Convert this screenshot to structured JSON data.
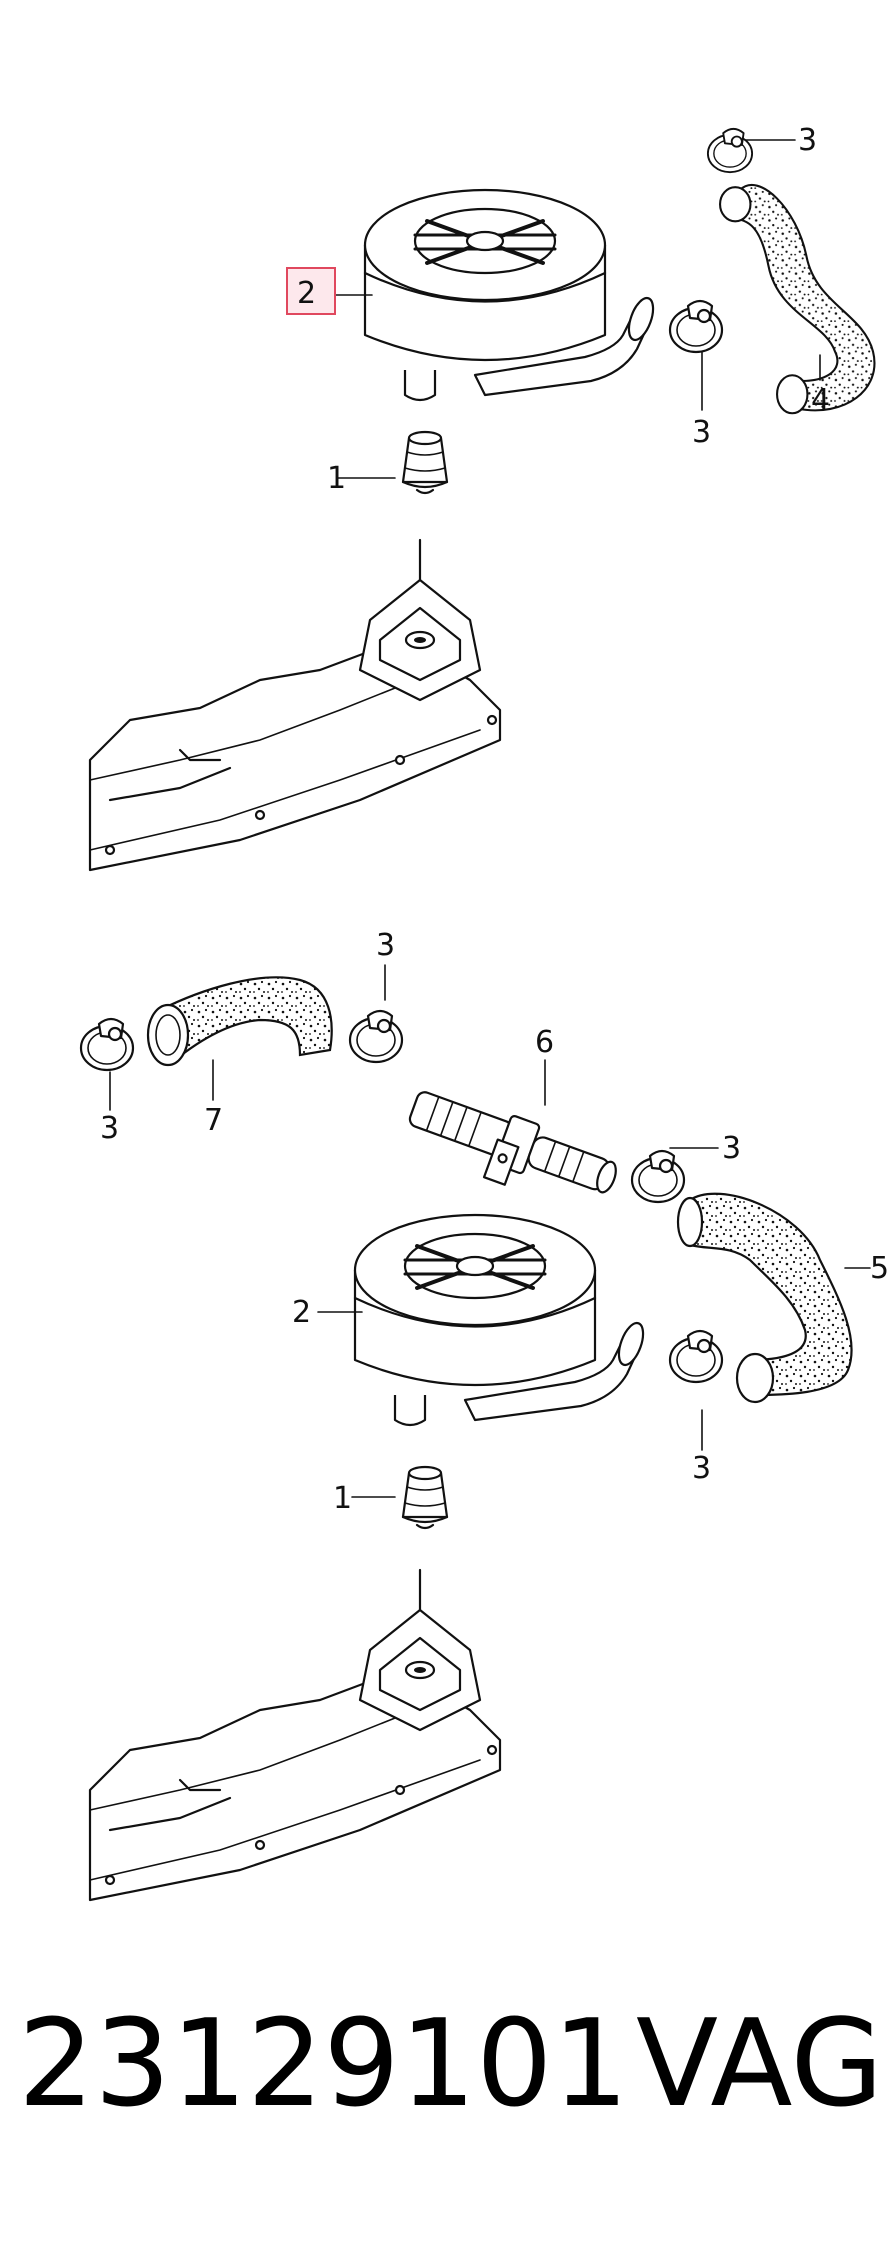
{
  "diagram": {
    "callouts": {
      "c1a": "1",
      "c2a": "2",
      "c3a": "3",
      "c3b": "3",
      "c4": "4",
      "c3c": "3",
      "c3d": "3",
      "c7": "7",
      "c6": "6",
      "c3e": "3",
      "c5": "5",
      "c2b": "2",
      "c3f": "3",
      "c1b": "1"
    },
    "highlighted_callout": "2",
    "highlight_color": "#e0485e"
  },
  "footer": {
    "part_number": "23129101",
    "brand": "VAG"
  }
}
